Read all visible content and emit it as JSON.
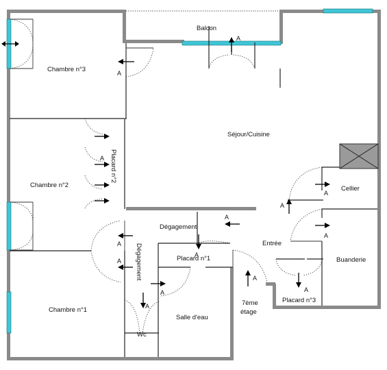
{
  "rooms": {
    "balcon": "Balcon",
    "chambre3": "Chambre n°3",
    "chambre2": "Chambre n°2",
    "chambre1": "Chambre n°1",
    "placard2": "Placard n°2",
    "sejour": "Séjour/Cuisine",
    "cellier": "Cellier",
    "entree": "Entrée",
    "buanderie": "Buanderie",
    "degagement_top": "Dégagement",
    "degagement_side": "Dégagement",
    "placard1": "Placard n°1",
    "placard3": "Placard n°3",
    "salle_eau": "Salle d'eau",
    "wc": "Wc",
    "etage_line1": "7ème",
    "etage_line2": "étage"
  },
  "marker": "A",
  "colors": {
    "wall": "#8a8a8a",
    "window": "#3fc6d6",
    "line": "#222222"
  }
}
